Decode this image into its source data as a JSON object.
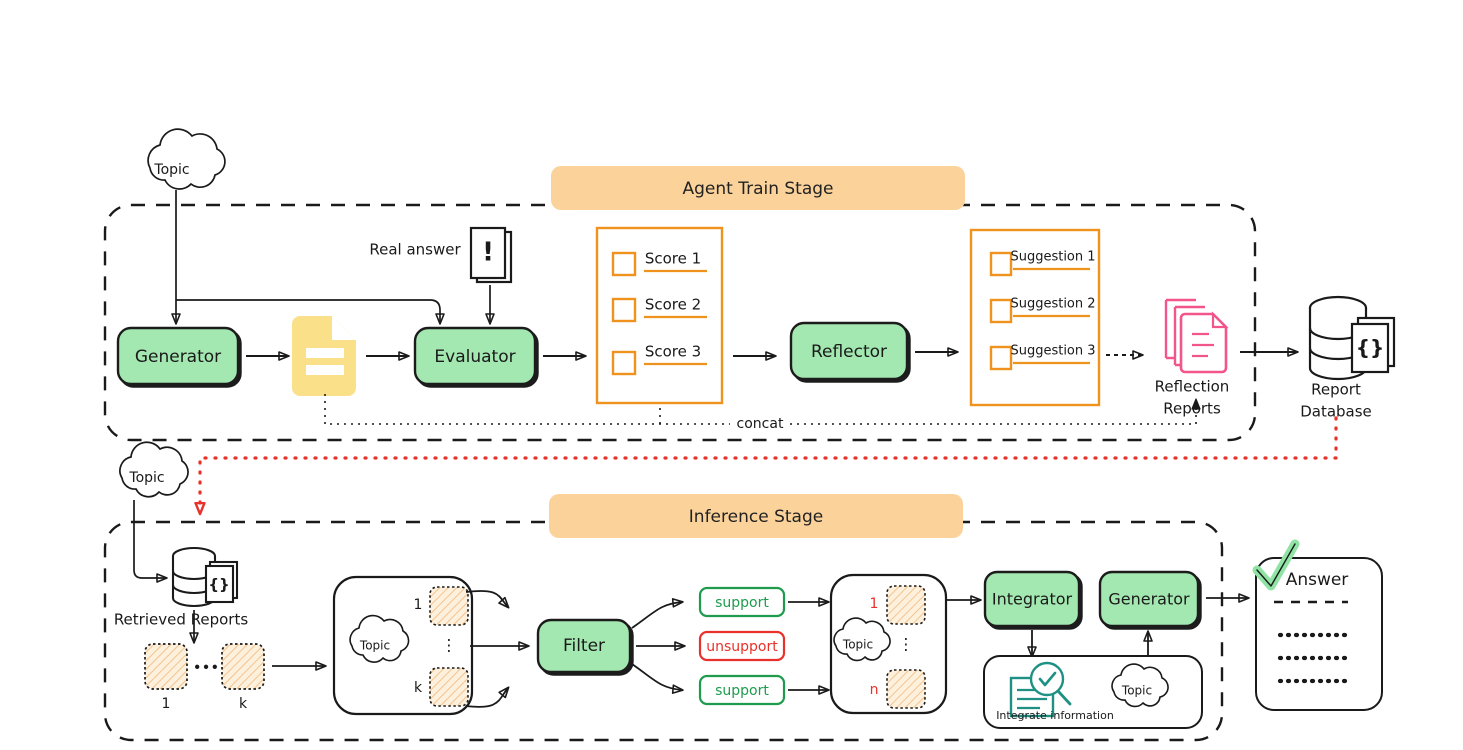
{
  "figure": {
    "type": "flow-diagram",
    "background": "#ffffff",
    "colors": {
      "stage_banner": "#fad29a",
      "agent_green": "#a3e8b0",
      "doc_yellow": "#fbe08a",
      "panel_orange": "#f0921e",
      "pink": "#f2558c",
      "teal": "#1e9184",
      "red": "#e8312a",
      "green_text": "#1f9b4e",
      "stroke": "#1a1a1a",
      "hatch_orange": "#f6c98a"
    }
  },
  "stages": {
    "train": {
      "banner": "Agent Train Stage",
      "nodes": {
        "topic_cloud": "Topic",
        "generator": "Generator",
        "evaluator": "Evaluator",
        "reflector": "Reflector",
        "real_answer_label": "Real answer",
        "real_answer_glyph": "!",
        "report_doc_icon": "document-icon",
        "reflection_reports_line1": "Reflection",
        "reflection_reports_line2": "Reports",
        "report_database_line1": "Report",
        "report_database_line2": "Database",
        "database_brace": "{}"
      },
      "score_panel": {
        "items": [
          "Score 1",
          "Score 2",
          "Score 3"
        ]
      },
      "suggestion_panel": {
        "items": [
          "Suggestion 1",
          "Suggestion 2",
          "Suggestion 3"
        ]
      },
      "concat_label": "concat"
    },
    "inference": {
      "banner": "Inference Stage",
      "nodes": {
        "topic_cloud": "Topic",
        "retrieved_reports_label": "Retrieved Reports",
        "database_brace": "{}",
        "filter": "Filter",
        "integrator": "Integrator",
        "generator": "Generator",
        "integrate_information": "Integrate information",
        "integrate_topic_cloud": "Topic",
        "answer_title": "Answer"
      },
      "retrieved_indices": [
        "1",
        "k"
      ],
      "retrieved_ellipsis": "•••",
      "left_cluster": {
        "cloud": "Topic",
        "top_index": "1",
        "bottom_index": "k",
        "vertical_ellipsis": "⋮"
      },
      "right_cluster": {
        "cloud": "Topic",
        "top_index": "1",
        "bottom_index": "n",
        "vertical_ellipsis": "⋮"
      },
      "filter_outputs": [
        {
          "label": "support",
          "kind": "support"
        },
        {
          "label": "unsupport",
          "kind": "unsupport"
        },
        {
          "label": "support",
          "kind": "support"
        }
      ]
    }
  }
}
